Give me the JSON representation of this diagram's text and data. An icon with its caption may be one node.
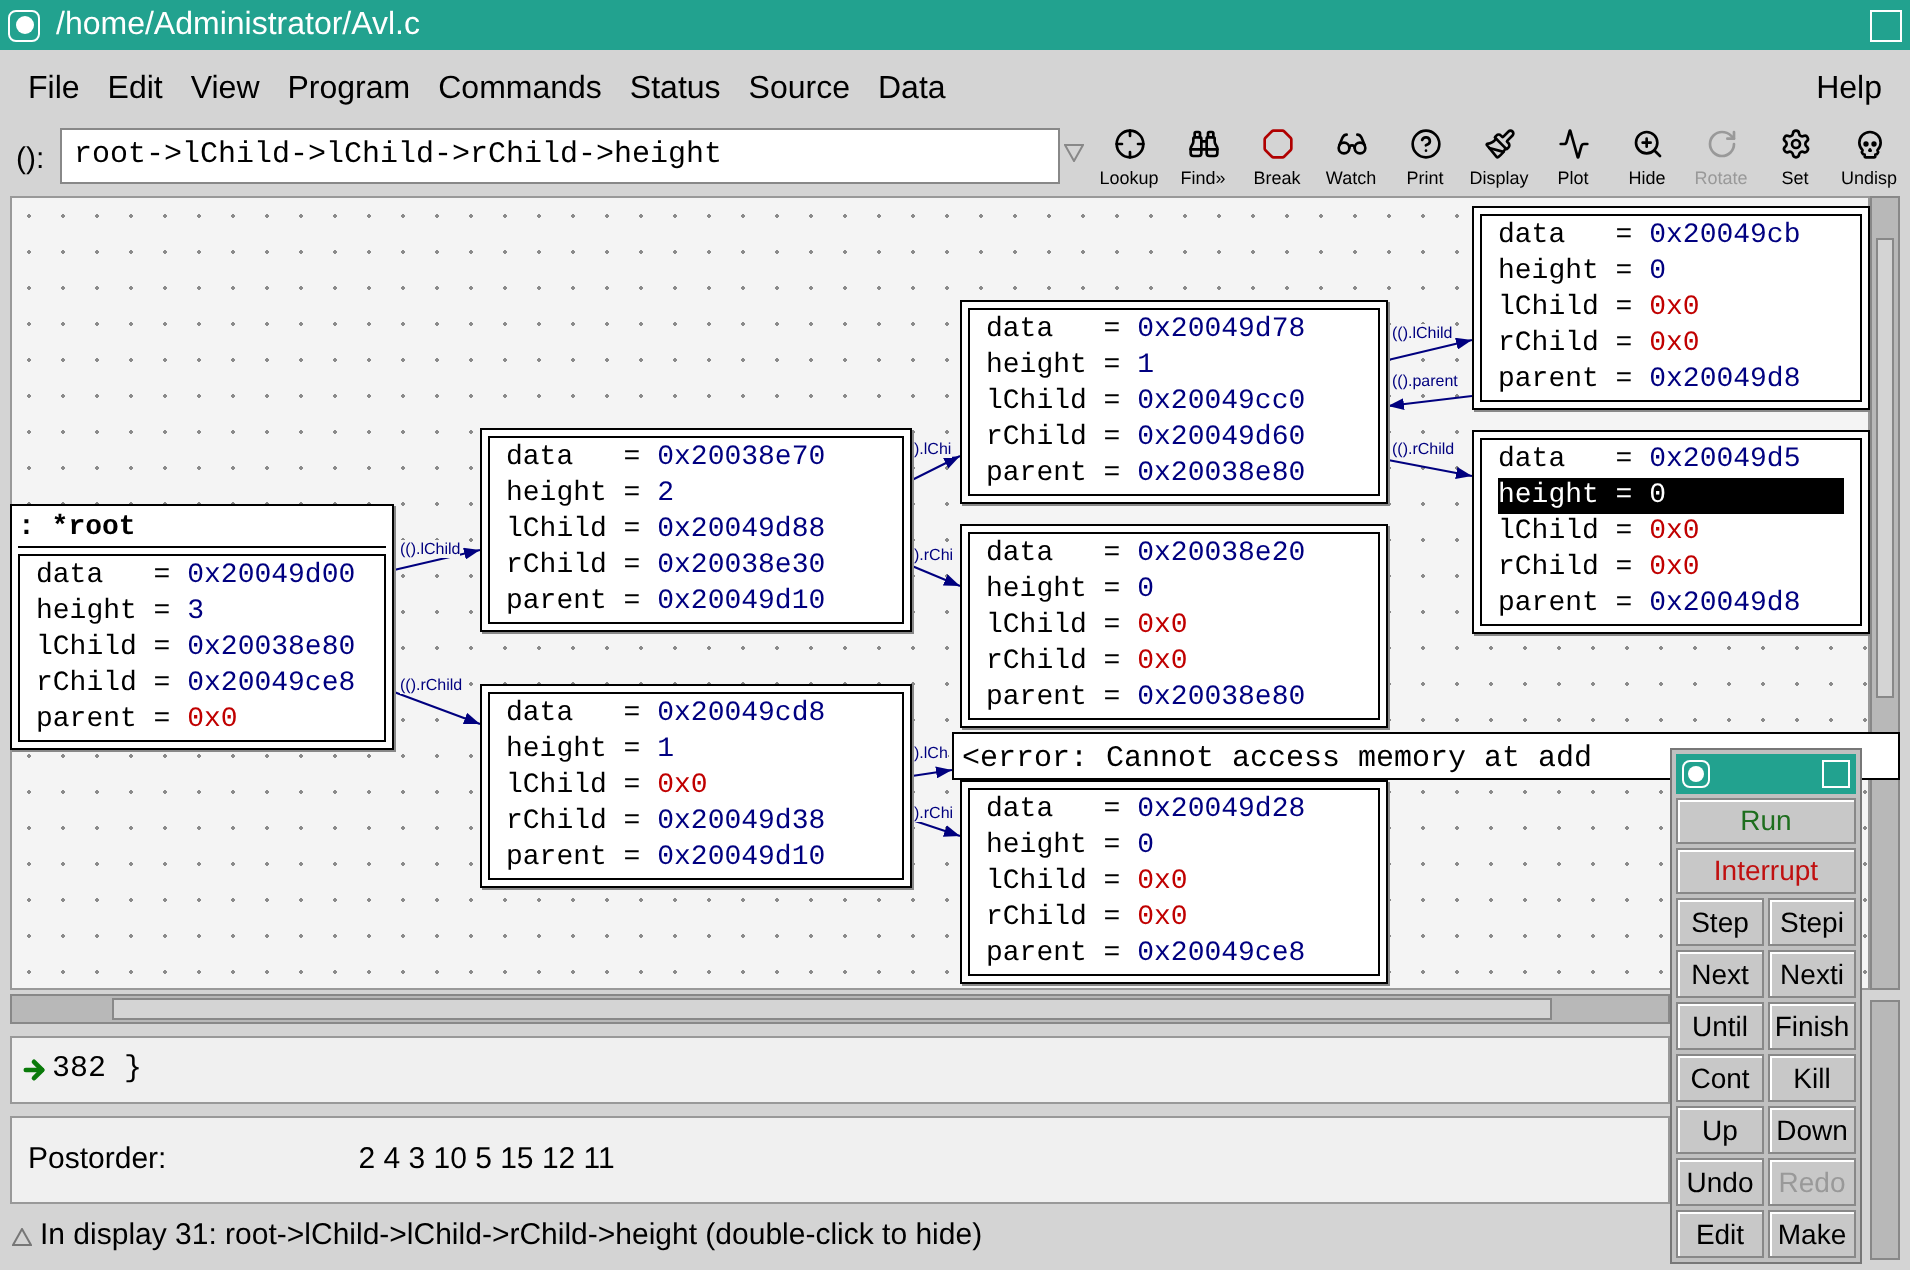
{
  "diagram": {
    "nodes": [
      {
        "text": [
          ": *root",
          "data   = 0x20049d00",
          "height = 3",
          "lChild = 0x20038e80",
          "rChild = 0x20049ce8",
          "parent = 0x0"
        ]
      },
      {
        "text": [
          "data   = 0x20038e70",
          "height = 2",
          "lChild = 0x20049d88",
          "rChild = 0x20038e30",
          "parent = 0x20049d10"
        ]
      },
      {
        "text": [
          "data   = 0x20049cd8",
          "height = 1",
          "lChild = 0x0",
          "rChild = 0x20049d38",
          "parent = 0x20049d10"
        ]
      },
      {
        "text": [
          "data   = 0x20049d78",
          "height = 1",
          "lChild = 0x20049cc0",
          "rChild = 0x20049d60",
          "parent = 0x20038e80"
        ]
      },
      {
        "text": [
          "data   = 0x20038e20",
          "height = 0",
          "lChild = 0x0",
          "rChild = 0x0",
          "parent = 0x20038e80"
        ]
      },
      {
        "text": [
          "data   = 0x20049cb",
          "height = 0",
          "lChild = 0x0",
          "rChild = 0x0",
          "parent = 0x20049d8"
        ]
      },
      {
        "text": [
          "data   = 0x20049d5",
          "height = 0",
          "lChild = 0x0",
          "rChild = 0x0",
          "parent = 0x20049d8"
        ]
      },
      {
        "text": [
          "<error: Cannot access memory at add"
        ]
      },
      {
        "text": [
          "data   = 0x20049d28",
          "height = 0",
          "lChild = 0x0",
          "rChild = 0x0",
          "parent = 0x20049ce8"
        ]
      }
    ],
    "edges": [
      {
        "from": 0,
        "to": 1,
        "arrow": "to",
        "label": "(().lChild"
      },
      {
        "from": 0,
        "to": 2,
        "arrow": "to",
        "label": "(().rChild"
      },
      {
        "from": 1,
        "to": 3,
        "arrow": "to",
        "label": ").lChi"
      },
      {
        "from": 1,
        "to": 4,
        "arrow": "to",
        "label": ").rChi"
      },
      {
        "from": 3,
        "to": 5,
        "arrow": "to",
        "label": "(().lChild"
      },
      {
        "from": 5,
        "to": 3,
        "arrow": "to",
        "label": "(().parent"
      },
      {
        "from": 3,
        "to": 6,
        "arrow": "to",
        "label": "(().rChild"
      },
      {
        "from": 2,
        "to": 7,
        "arrow": "to",
        "label": ").lCh"
      },
      {
        "from": 2,
        "to": 8,
        "arrow": "to",
        "label": ").rChi"
      }
    ],
    "labels": [
      "/home/Administrator/Avl.c",
      "File",
      "Edit",
      "View",
      "Program",
      "Commands",
      "Status",
      "Source",
      "Data",
      "Help",
      "():",
      "root->lChild->lChild->rChild->height",
      "Lookup",
      "Find»",
      "Break",
      "Watch",
      "Print",
      "Display",
      "Plot",
      "Hide",
      "Rotate",
      "Set",
      "Undisp",
      "382 }",
      "Postorder:",
      "2 4 3 10 5 15 12 11",
      "In display 31: root->lChild->lChild->rChild->height (double-click to hide)",
      "Run",
      "Interrupt",
      "Step",
      "Stepi",
      "Next",
      "Nexti",
      "Until",
      "Finish",
      "Cont",
      "Kill",
      "Up",
      "Down",
      "Undo",
      "Redo",
      "Edit",
      "Make"
    ]
  }
}
